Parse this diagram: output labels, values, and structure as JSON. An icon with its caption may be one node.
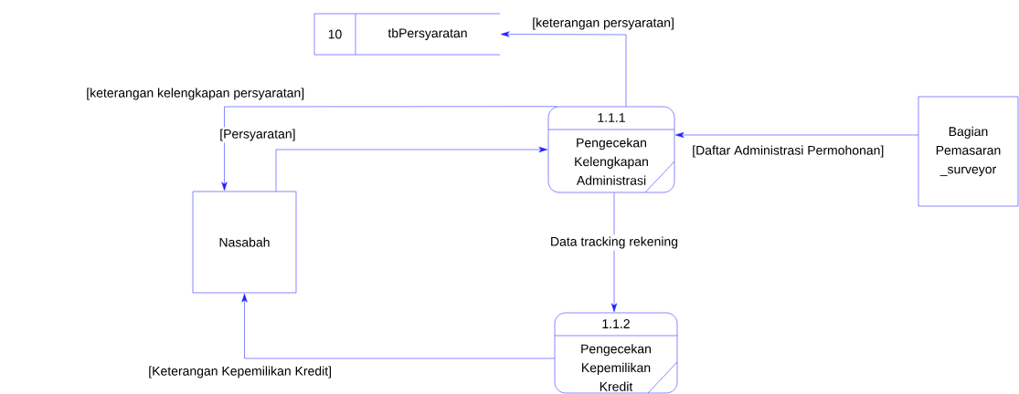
{
  "diagram": {
    "nodes": [
      {
        "text": [
          "10",
          "tbPersyaratan"
        ]
      },
      {
        "text": [
          "1.1.1",
          "Pengecekan Kelengkapan Administrasi"
        ]
      },
      {
        "text": [
          "Nasabah"
        ]
      },
      {
        "text": [
          "Bagian Pemasaran _surveyor"
        ]
      },
      {
        "text": [
          "1.1.2",
          "Pengecekan Kepemilikan Kredit"
        ]
      }
    ],
    "edges": [
      {
        "from": 1,
        "to": 0,
        "arrow": "to",
        "label": "[keterangan persyaratan]"
      },
      {
        "from": 1,
        "to": 2,
        "arrow": "to",
        "label": "[keterangan kelengkapan persyaratan]"
      },
      {
        "from": 2,
        "to": 1,
        "arrow": "to",
        "label": "[Persyaratan]"
      },
      {
        "from": 3,
        "to": 1,
        "arrow": "to",
        "label": "[Daftar Administrasi Permohonan]"
      },
      {
        "from": 1,
        "to": 4,
        "arrow": "to",
        "label": "Data tracking rekening"
      },
      {
        "from": 4,
        "to": 2,
        "arrow": "to",
        "label": "[Keterangan Kepemilikan Kredit]"
      }
    ]
  }
}
